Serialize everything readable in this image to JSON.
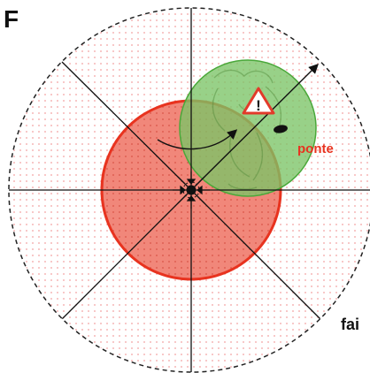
{
  "figure": {
    "panel_letter": "F",
    "ponte_label": "ponte",
    "cut_label_fragment": "fai",
    "warning_glyph": "!",
    "icons": {
      "warning": "warning-triangle-icon",
      "hub": "center-hub-icon"
    },
    "colors": {
      "outer_dots": "#f2a1a1",
      "outer_border": "#222222",
      "red_fill": "#f07a6c",
      "red_stroke": "#e8331f",
      "green_fill": "#7bc466",
      "green_stroke": "#4aa83a",
      "ponte_text": "#e8331f",
      "axis": "#111111",
      "warning_stroke": "#e23a2a"
    }
  }
}
